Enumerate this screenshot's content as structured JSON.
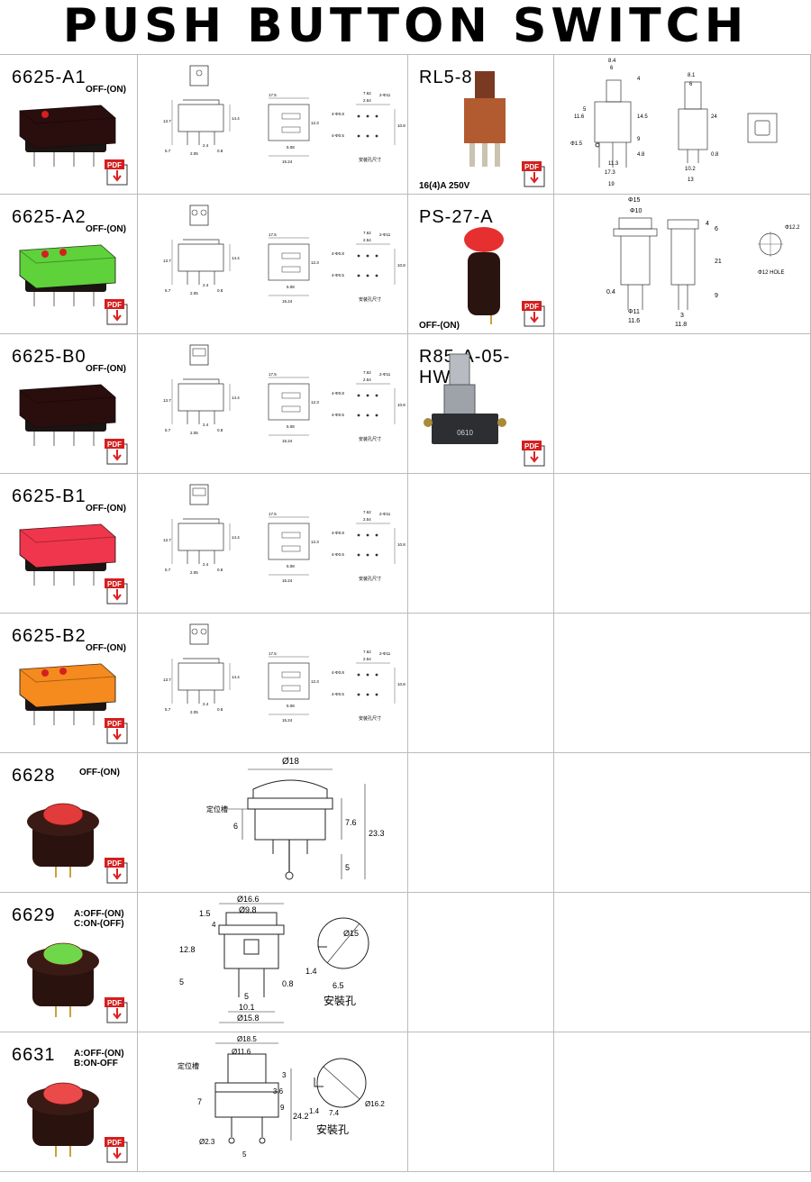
{
  "title": "PUSH BUTTON SWITCH",
  "pdf_label": "PDF",
  "dim_note_cn": "安装孔尺寸",
  "hole_label_cn": "安裝孔",
  "groove_label_cn": "定位槽",
  "rows": [
    {
      "model": "6625-A1",
      "sub": "OFF-(ON)",
      "cap": "#2a0d0d",
      "leds": 1
    },
    {
      "model": "6625-A2",
      "sub": "OFF-(ON)",
      "cap": "#5fd13a",
      "leds": 2
    },
    {
      "model": "6625-B0",
      "sub": "OFF-(ON)",
      "cap": "#2a0d0d",
      "leds": 0
    },
    {
      "model": "6625-B1",
      "sub": "OFF-(ON)",
      "cap": "#f0364c",
      "leds": 0
    },
    {
      "model": "6625-B2",
      "sub": "OFF-(ON)",
      "cap": "#f58a1e",
      "leds": 2
    },
    {
      "model": "6628",
      "sub": "OFF-(ON)",
      "cap": "#e23b3b"
    },
    {
      "model": "6629",
      "sub": "A:OFF-(ON)",
      "sub2": "C:ON-(OFF)",
      "cap": "#6fd84a"
    },
    {
      "model": "6631",
      "sub": "A:OFF-(ON)",
      "sub2": "B:ON-OFF",
      "cap": "#ea4a4a"
    }
  ],
  "col3": [
    {
      "model": "RL5-8",
      "note": "16(4)A  250V"
    },
    {
      "model": "PS-27-A",
      "note": "OFF-(ON)"
    },
    {
      "model": "R85-A-05-HWH",
      "note": "",
      "body_text": "0610"
    }
  ],
  "dims_6625": [
    "17.5",
    "13.7",
    "14.4",
    "7.62",
    "2.54",
    "2-Φ11",
    "4-Φ0.8",
    "4-Φ0.5",
    "12.3",
    "15.24",
    "2.05",
    "5.7",
    "2.4",
    "0.8",
    "10.8",
    "5.08"
  ],
  "dims_rl58": [
    "8.4",
    "6",
    "4",
    "11.6",
    "5",
    "14.5",
    "Φ1.5",
    "9",
    "4.8",
    "11.3",
    "17.3",
    "19",
    "8.1",
    "6",
    "24",
    "10.2",
    "0.8",
    "13"
  ],
  "dims_ps27": [
    "Φ15",
    "Φ10",
    "4",
    "6",
    "21",
    "0.4",
    "9",
    "Φ11",
    "11.6",
    "3",
    "11.8",
    "Φ12.2",
    "Φ12 HOLE"
  ],
  "dims_6628": [
    "Ø18",
    "6",
    "7.6",
    "23.3",
    "5"
  ],
  "dims_6629": [
    "Ø16.6",
    "Ø9.8",
    "1.5",
    "4",
    "12.8",
    "5",
    "0.8",
    "5",
    "10.1",
    "Ø15.8",
    "Ø15",
    "1.4",
    "6.5"
  ],
  "dims_6631": [
    "Ø18.5",
    "Ø11.6",
    "3",
    "3.6",
    "7",
    "9",
    "24.2",
    "Ø2.3",
    "5",
    "1.4",
    "7.4",
    "Ø16.2"
  ]
}
